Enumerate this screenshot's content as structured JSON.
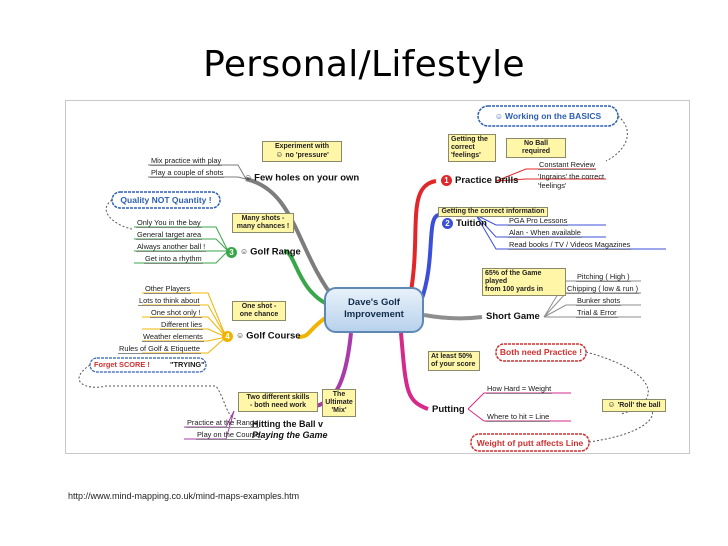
{
  "slide": {
    "title": "Personal/Lifestyle",
    "source": "http://www.mind-mapping.co.uk/mind-maps-examples.htm"
  },
  "map": {
    "center": [
      "Dave's Golf",
      "Improvement"
    ],
    "few_holes": {
      "title": "Few holes on your own",
      "note": [
        "Experiment with",
        "no 'pressure'"
      ],
      "items": [
        "Mix practice with play",
        "Play a couple of shots"
      ]
    },
    "golf_range": {
      "number": "3",
      "title": "Golf Range",
      "note": [
        "Many shots -",
        "many chances !"
      ],
      "cloud": "Quality NOT Quantity !",
      "items": [
        "Only You in the bay",
        "General target area",
        "Always another ball !",
        "Get into a rhythm"
      ]
    },
    "golf_course": {
      "number": "4",
      "title": "Golf Course",
      "note": [
        "One shot -",
        "one chance"
      ],
      "items": [
        "Other Players",
        "Lots to think about",
        "One shot only !",
        "Different lies",
        "Weather elements",
        "Rules of Golf & Etiquette"
      ],
      "forget": "Forget SCORE !",
      "trying": "\"TRYING\""
    },
    "hitting": {
      "title": [
        "Hitting the Ball v",
        "Playing the Game"
      ],
      "note1": [
        "Two different skills",
        "- both need work"
      ],
      "note2": [
        "The",
        "Ultimate",
        "'Mix'"
      ],
      "items": [
        "Practice at the Range",
        "Play on the Course"
      ]
    },
    "practice_drills": {
      "number": "1",
      "title": "Practice Drills",
      "cloud": "Working on the BASICS",
      "note1": [
        "Getting the",
        "correct",
        "'feelings'"
      ],
      "note2": "No Ball required",
      "items": [
        "Constant Review",
        "'Ingrains' the correct",
        "'feelings'"
      ]
    },
    "tuition": {
      "number": "2",
      "title": "Tuition",
      "note": "Getting the correct information",
      "items": [
        "PGA Pro Lessons",
        "Alan - When available",
        "Read books / TV / Videos Magazines"
      ]
    },
    "short_game": {
      "title": "Short Game",
      "note": [
        "65% of the Game played",
        "from 100 yards in"
      ],
      "items": [
        "Pitching ( High )",
        "Chipping ( low & run )",
        "Bunker shots",
        "Trial & Error"
      ],
      "cloud": "Both need Practice !"
    },
    "putting": {
      "title": "Putting",
      "note": [
        "At least 50%",
        "of your score"
      ],
      "items": [
        "How Hard = Weight",
        "Where to hit = Line"
      ],
      "roll": "'Roll' the ball",
      "cloud": "Weight of putt affects Line"
    }
  },
  "colors": {
    "few_holes": "#7d7d7d",
    "golf_range": "#3aa64a",
    "golf_course": "#f0b400",
    "hitting": "#a93aa9",
    "practice": "#e0282a",
    "tuition": "#3b4fd8",
    "short_game": "#8e8e8e",
    "putting": "#d62a8b",
    "cloud_blue": "#2d5fb0",
    "cloud_red": "#d03030"
  }
}
